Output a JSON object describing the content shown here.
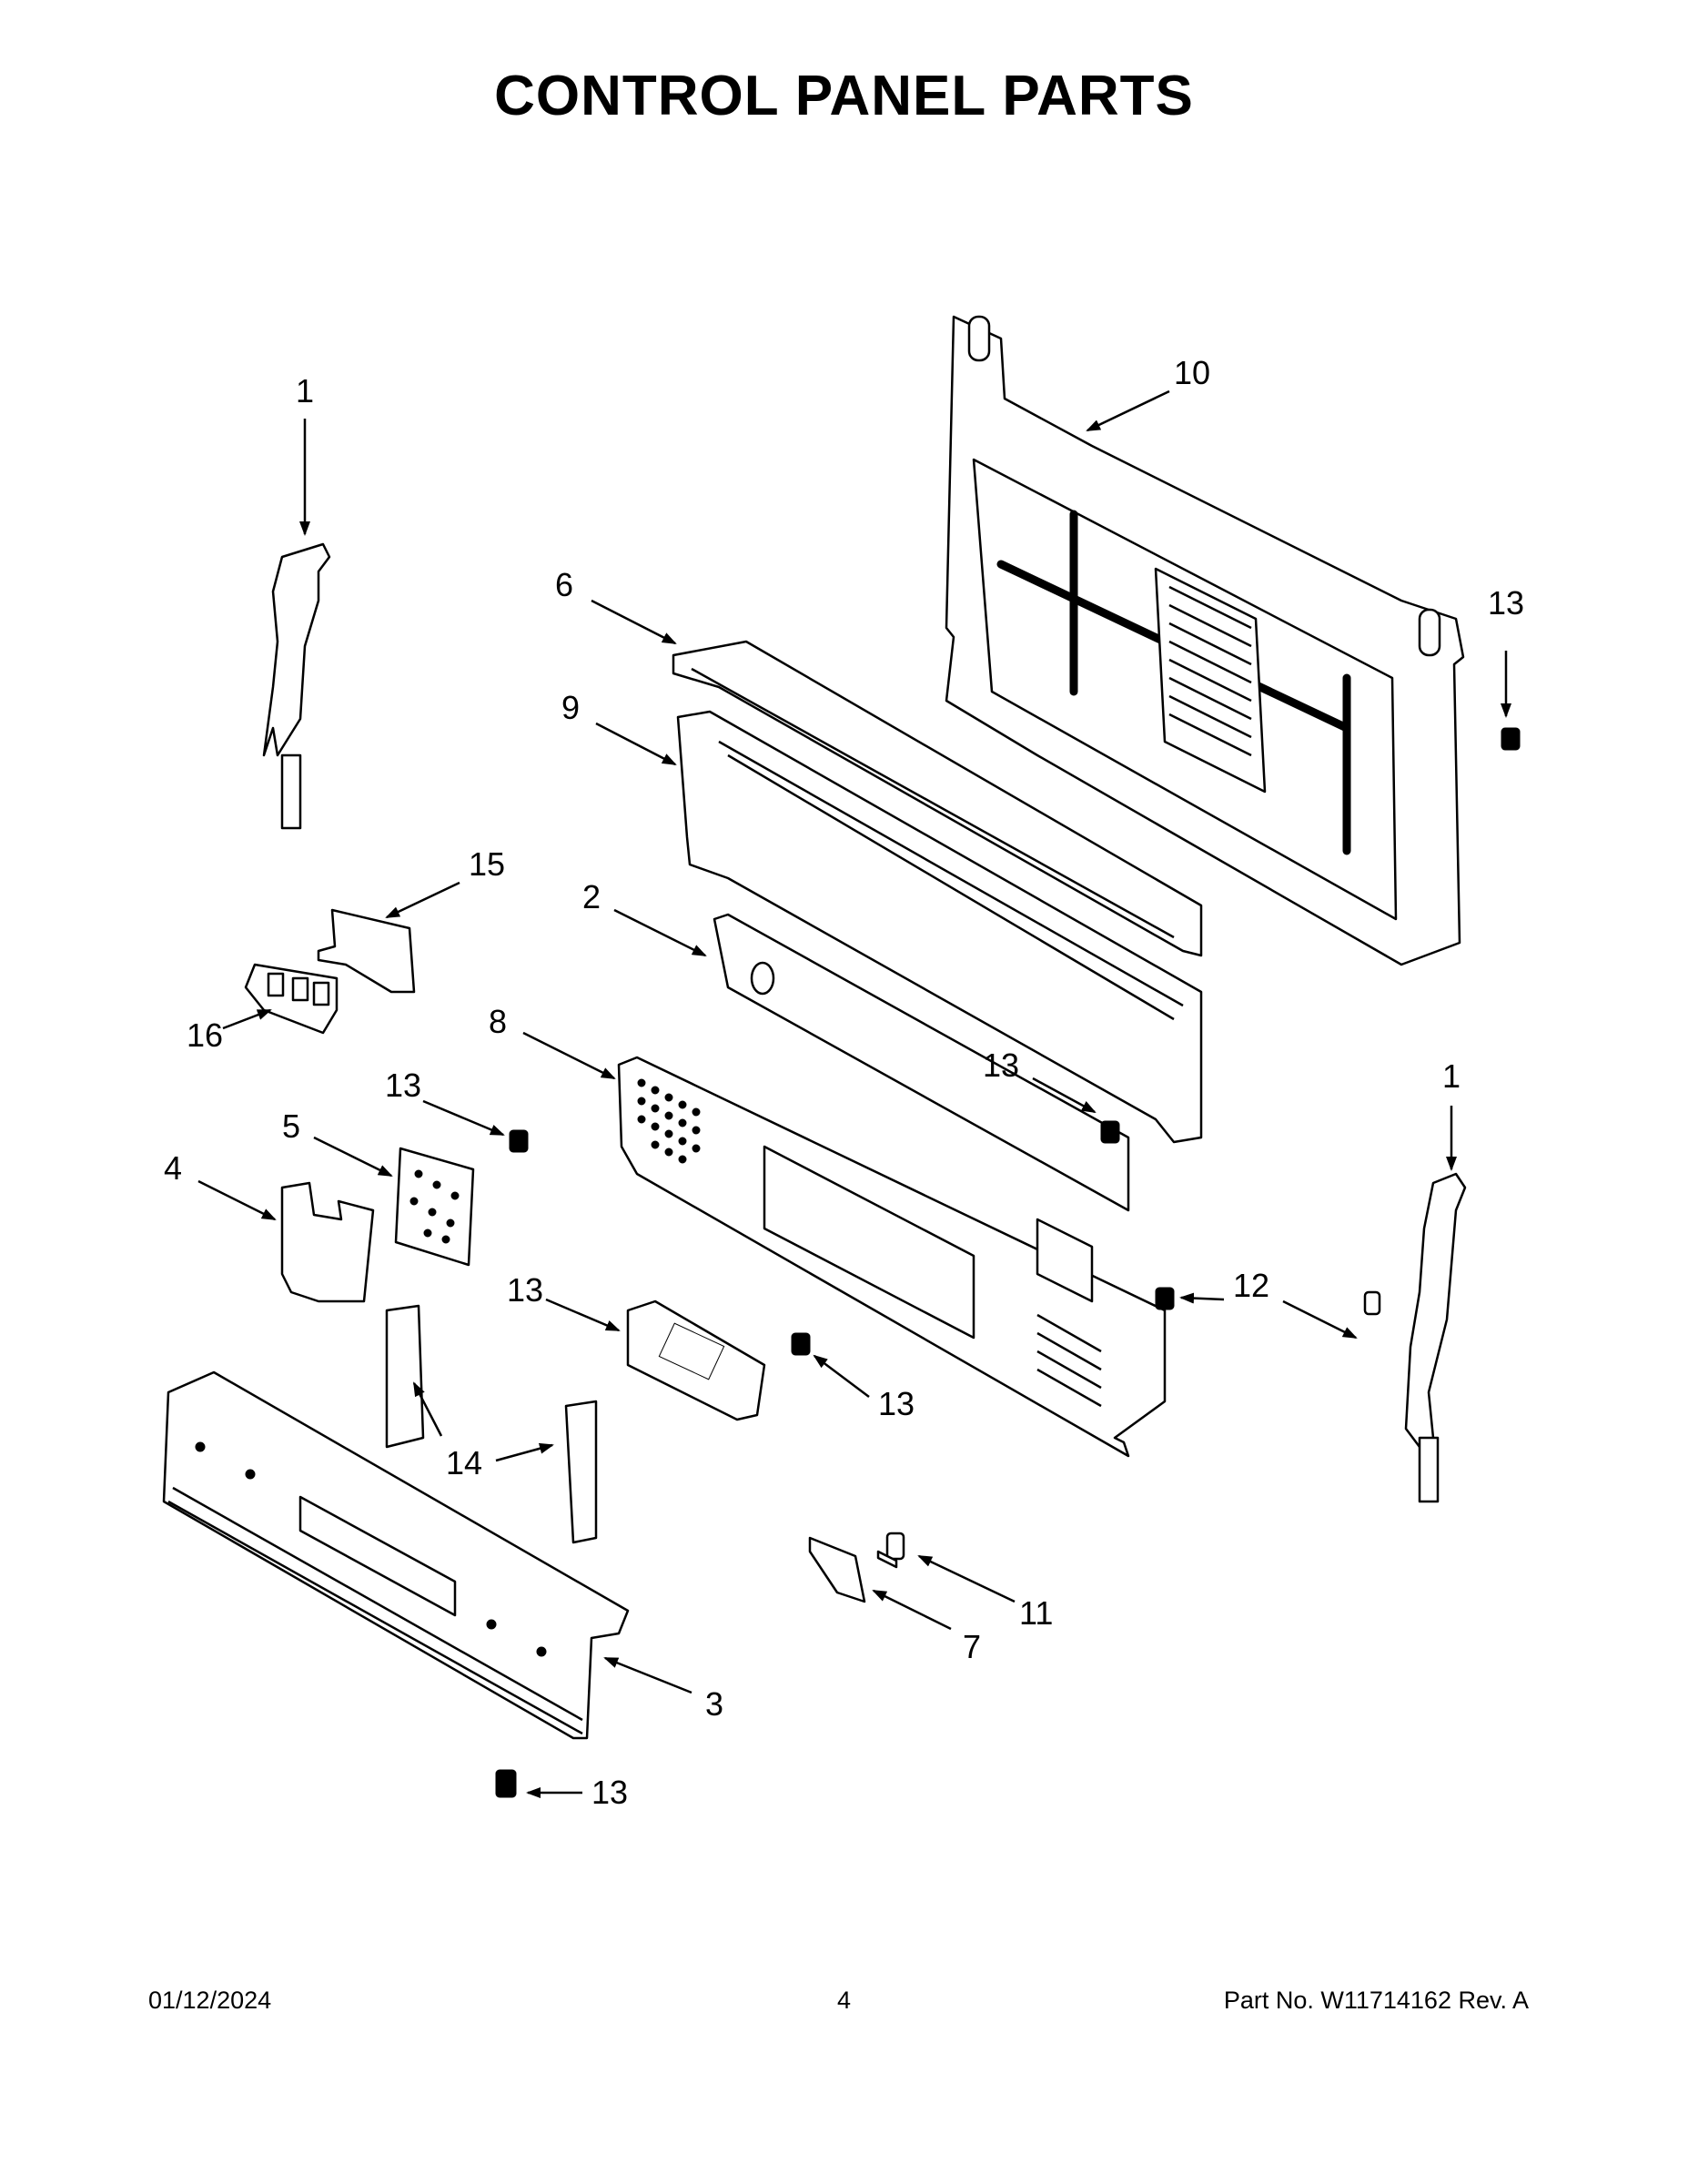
{
  "title": "CONTROL PANEL PARTS",
  "footer": {
    "date": "01/12/2024",
    "page": "4",
    "part_info": "Part No.  W11714162  Rev.  A"
  },
  "callouts": [
    "1",
    "10",
    "6",
    "13",
    "9",
    "15",
    "2",
    "16",
    "8",
    "13",
    "13",
    "1",
    "5",
    "4",
    "12",
    "13",
    "13",
    "14",
    "11",
    "7",
    "3",
    "13"
  ]
}
